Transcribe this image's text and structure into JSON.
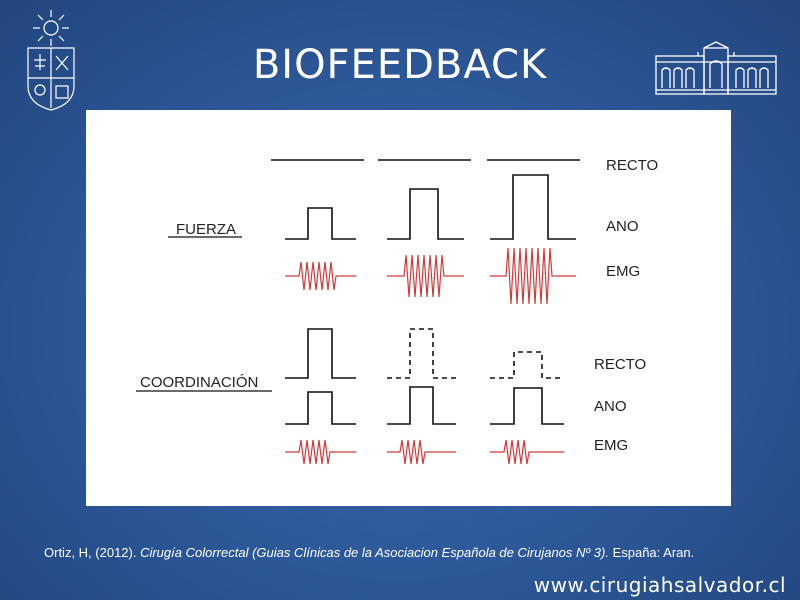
{
  "header": {
    "title": "BIOFEEDBACK"
  },
  "diagram": {
    "fuerza": {
      "section_label": "FUERZA",
      "label_recto": "RECTO",
      "label_ano": "ANO",
      "label_emg": "EMG"
    },
    "coordinacion": {
      "section_label": "COORDINACIÓN",
      "label_recto": "RECTO",
      "label_ano": "ANO",
      "label_emg": "EMG"
    }
  },
  "footer": {
    "citation_author": "Ortiz, H, (2012). ",
    "citation_title": "Cirugía Colorrectal (Guias Clínicas de la Asociacion Española de Cirujanos Nº 3).",
    "citation_publisher": " España: Aran.",
    "website": "www.cirugiahsalvador.cl"
  },
  "icons": {
    "left_logo": "university-seal-icon",
    "right_logo": "hospital-building-icon"
  },
  "colors": {
    "emg_trace": "#d23a3a",
    "background": "#2e5a9c"
  }
}
